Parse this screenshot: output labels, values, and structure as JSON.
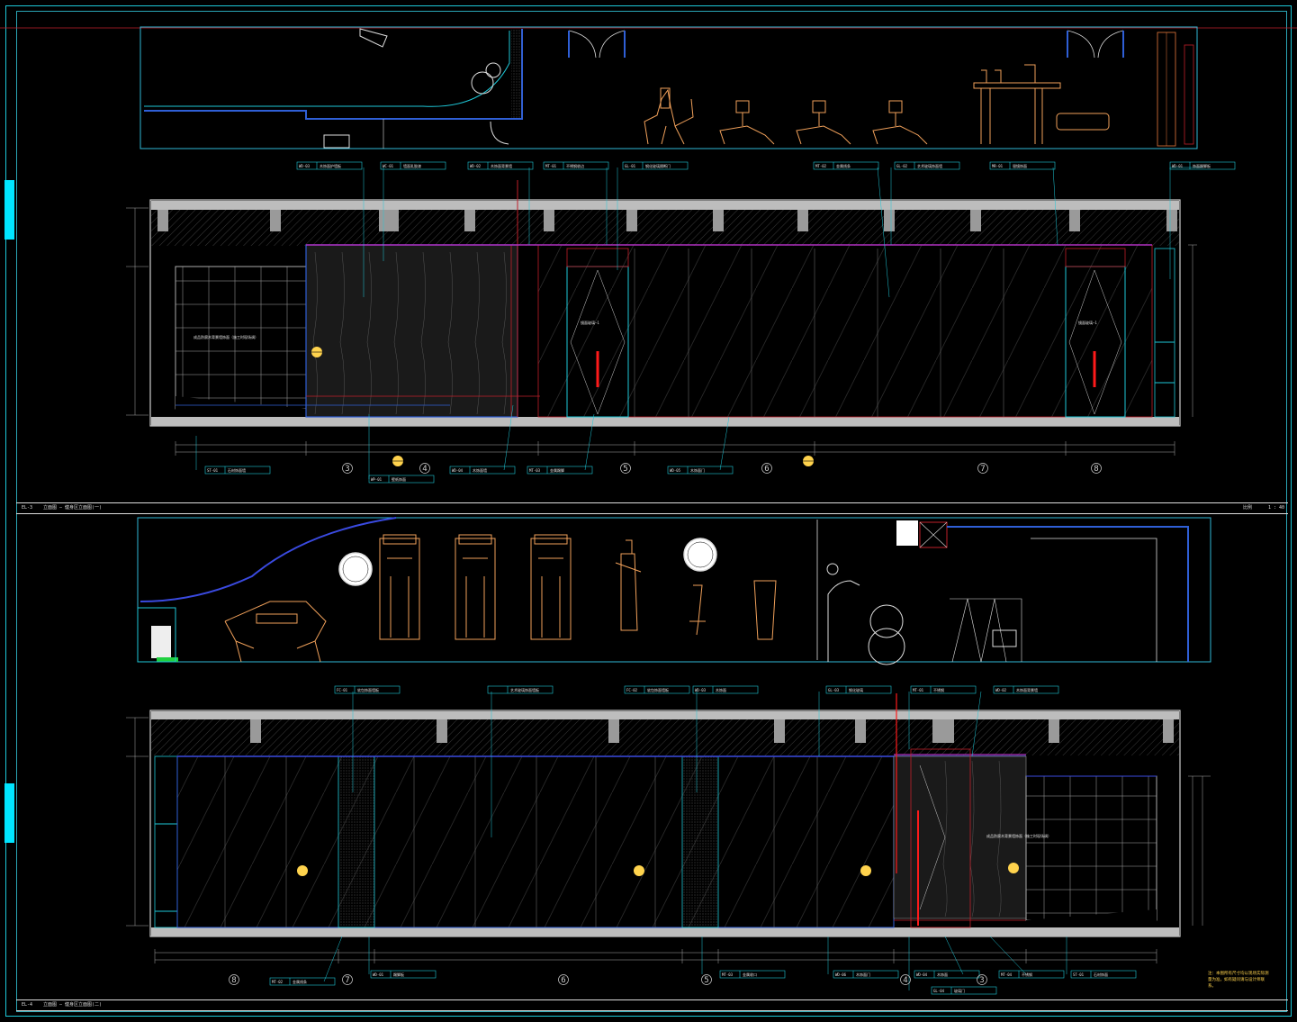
{
  "sheet": {
    "top_title": "立面图 — 健身区立面图(一)",
    "bottom_title": "立面图 — 健身区立面图(二)",
    "scale": "1 : 40",
    "sheet_code_top": "EL-3",
    "sheet_code_bottom": "EL-4",
    "stamp_label": "比例"
  },
  "elevation_a": {
    "callouts_top": [
      {
        "code": "WD-03",
        "text": "木饰面护墙板"
      },
      {
        "code": "WC-01",
        "text": "墙面乳胶漆"
      },
      {
        "code": "WD-02",
        "text": "木饰面背景墙"
      },
      {
        "code": "MT-01",
        "text": "不锈钢收边"
      },
      {
        "code": "GL-01",
        "text": "钢化玻璃隔断门"
      },
      {
        "code": "MT-02",
        "text": "金属线条"
      },
      {
        "code": "GL-02",
        "text": "艺术玻璃饰面墙"
      },
      {
        "code": "MR-01",
        "text": "银镜饰面"
      },
      {
        "code": "WD-01",
        "text": "饰面踢脚板"
      }
    ],
    "callouts_bottom": [
      {
        "code": "ST-01",
        "text": "石材饰面墙"
      },
      {
        "code": "WP-01",
        "text": "壁纸饰面"
      },
      {
        "code": "WD-04",
        "text": "木饰面墙"
      },
      {
        "code": "MT-03",
        "text": "金属踢脚"
      },
      {
        "code": "WD-05",
        "text": "木饰面门"
      }
    ],
    "notes": [
      "成品防腐木背景墙饰面（施工时现场调）",
      "镜面玻璃—1",
      "镜面玻璃—1"
    ],
    "axis_numbers": [
      "3",
      "4",
      "5",
      "6",
      "7",
      "8"
    ],
    "section_marks": [
      "B\nEL-3",
      "B\nEL-3"
    ]
  },
  "elevation_b": {
    "callouts_top": [
      {
        "code": "FC-01",
        "text": "软包饰面墙板"
      },
      {
        "code": "",
        "text": "艺术玻璃饰面墙板"
      },
      {
        "code": "FC-02",
        "text": "软包饰面墙板"
      },
      {
        "code": "WD-03",
        "text": "木饰面"
      },
      {
        "code": "GL-03",
        "text": "钢化玻璃"
      },
      {
        "code": "MT-01",
        "text": "不锈钢"
      },
      {
        "code": "WD-02",
        "text": "木饰面背景墙"
      }
    ],
    "callouts_bottom": [
      {
        "code": "MT-02",
        "text": "金属线条"
      },
      {
        "code": "WD-01",
        "text": "踢脚板"
      },
      {
        "code": "MT-03",
        "text": "金属收口"
      },
      {
        "code": "WD-06",
        "text": "木饰面门"
      },
      {
        "code": "WD-04",
        "text": "木饰面"
      },
      {
        "code": "MT-04",
        "text": "不锈钢"
      },
      {
        "code": "ST-01",
        "text": "石材饰面"
      },
      {
        "code": "GL-04",
        "text": "玻璃门"
      }
    ],
    "notes": [
      "成品防腐木背景墙饰面（施工时现场调）"
    ],
    "axis_numbers": [
      "8",
      "7",
      "6",
      "5",
      "4",
      "3"
    ],
    "remark": "注：本图所有尺寸均以现场实际测量为准，如有疑问请与设计师联系。"
  }
}
